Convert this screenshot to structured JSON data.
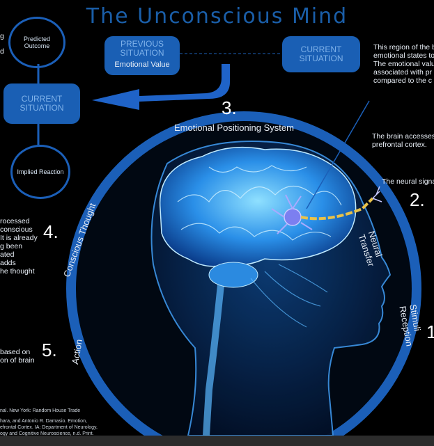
{
  "title": "The Unconscious Mind",
  "left_cycle": {
    "predicted_outcome": "Predicted Outcome",
    "current_situation": "CURRENT SITUATION",
    "implied_reaction": "Implied Reaction",
    "edge_text_top": "g",
    "edge_text_mid": "d"
  },
  "top_flow": {
    "previous_situation": "PREVIOUS SITUATION",
    "emotional_value": "Emotional Value",
    "current_situation": "CURRENT SITUATION"
  },
  "steps": {
    "step2_num": "2.",
    "step3_num": "3.",
    "step4_num": "4.",
    "step5_num": "5."
  },
  "ring_labels": {
    "emotional_positioning_system": "Emotional  Positioning System",
    "neural_transfer": "Neural Transfer",
    "stimuli_reception": "Stimuli Reception",
    "conscious_thought": "Conscious Thought",
    "action": "Action"
  },
  "right_text": {
    "line1": "This region of the b",
    "line2": "emotional states to",
    "line3": "The emotional valu",
    "line4": "associated with pr",
    "line5": "compared to the c",
    "accessed1": "The brain accesses",
    "accessed2": "prefrontal cortex.",
    "neural_signal": "The neural signa",
    "edge_num": "1"
  },
  "left_text": {
    "l1": "rocessed",
    "l2": "conscious",
    "l3": "It is already",
    "l4": "g been",
    "l5": "ated",
    "l6": "adds",
    "l7": "he thought",
    "a1": "based on",
    "a2": "on of brain"
  },
  "references": {
    "r1": "nal. New York: Random House Trade",
    "r2": "hara, and Antonio R. Damasio. Emotion,",
    "r3": "efrontal Cortex. IA: Department of Neurology,",
    "r4": "ogy and Cognitive Neuroscience, n.d. Print."
  },
  "colors": {
    "accent": "#1b5fb8",
    "box": "#1a5fb4",
    "box_text": "#7fb2ea",
    "brain": "#3aa8ff"
  }
}
